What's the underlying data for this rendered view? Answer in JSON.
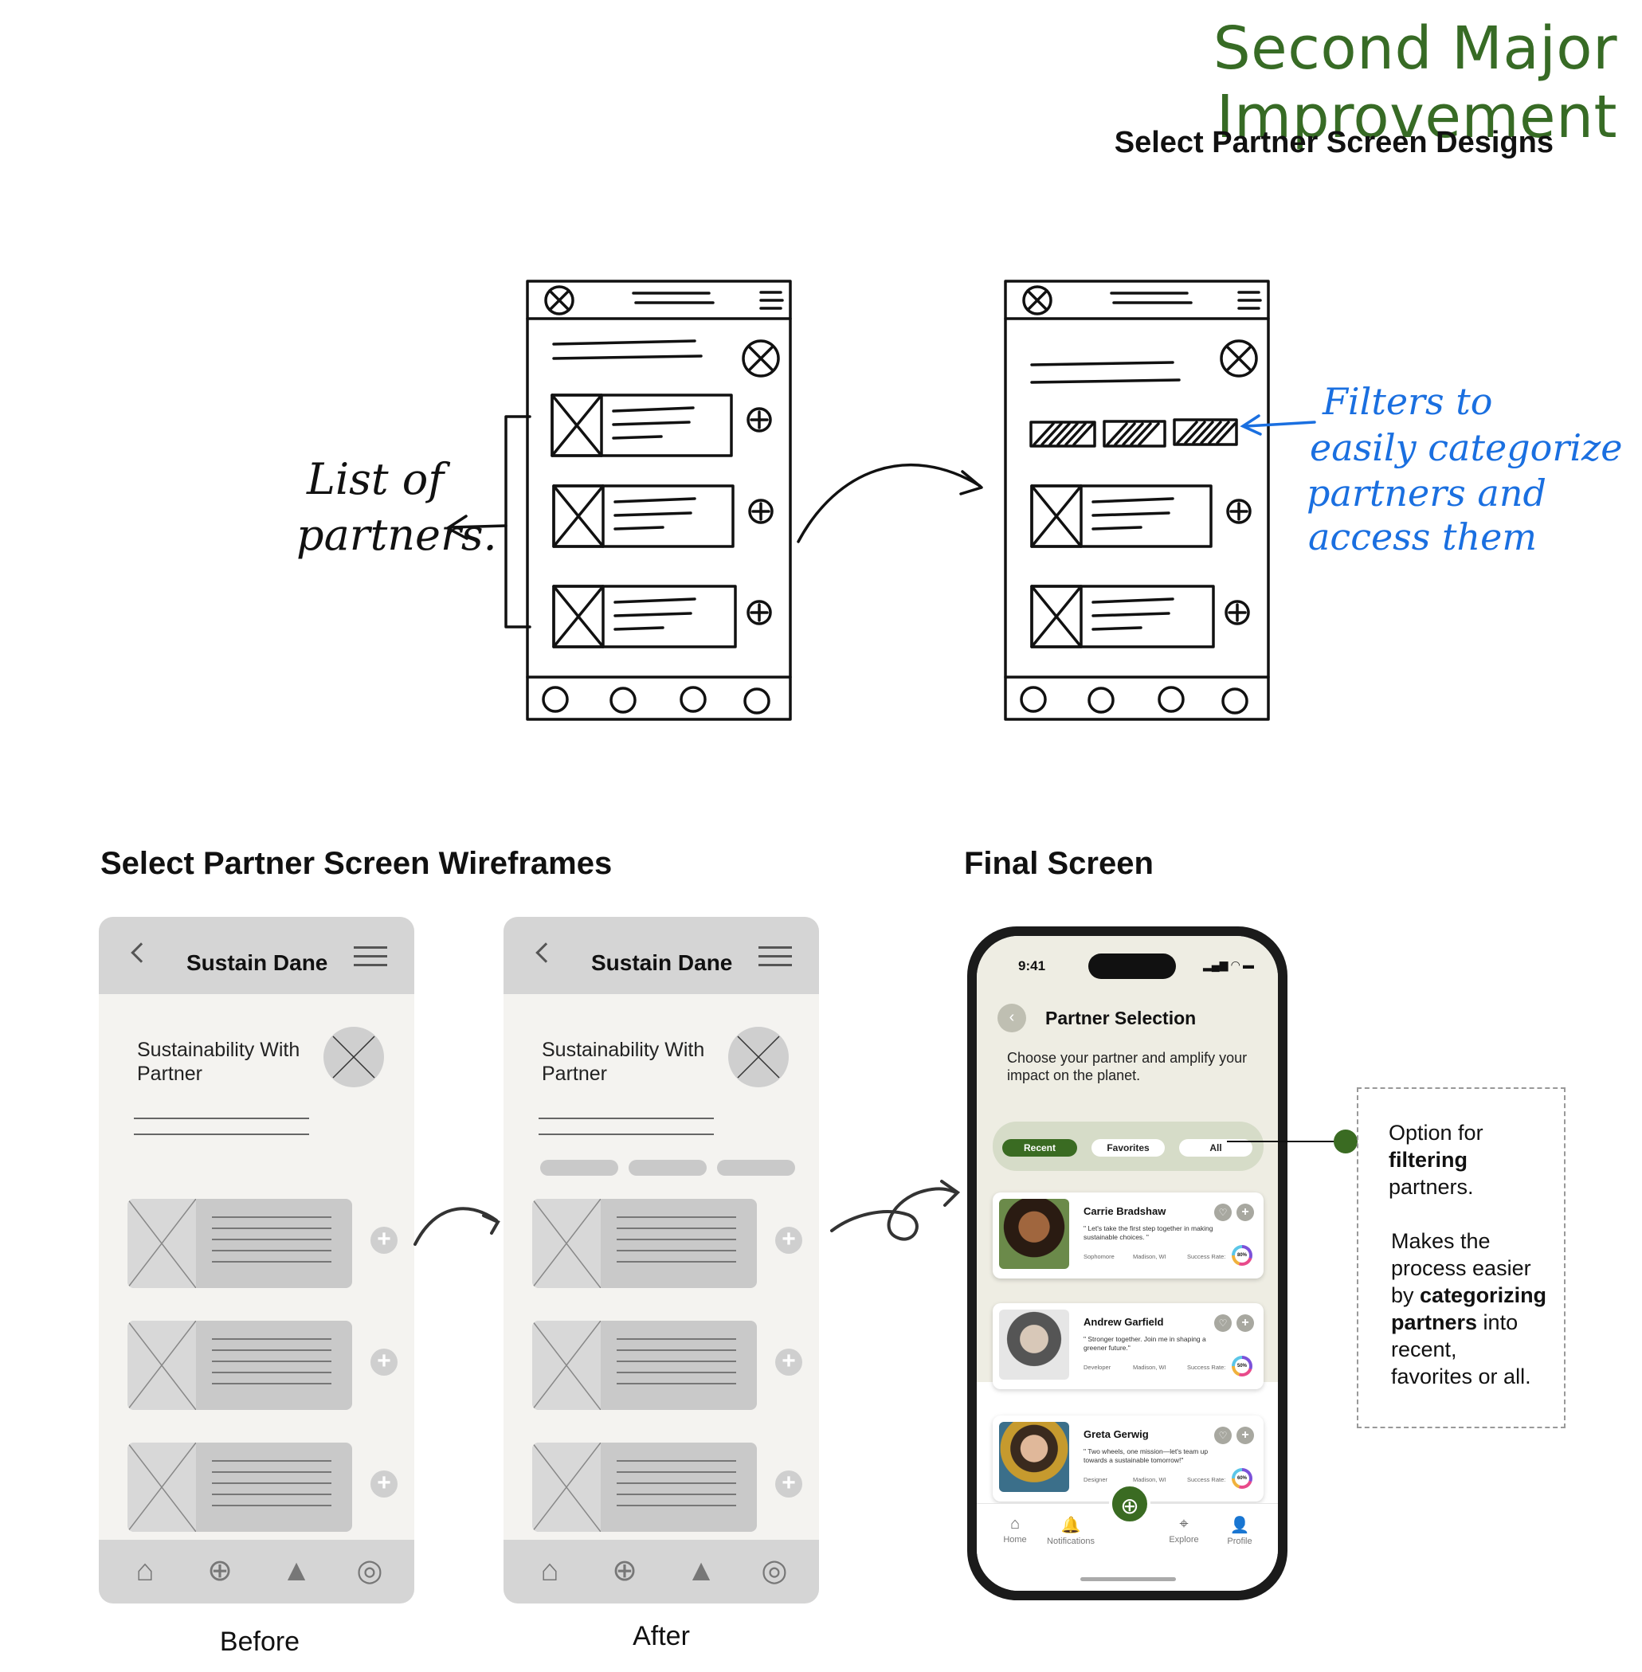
{
  "title": "Second Major Improvement",
  "subtitle": "Select Partner Screen Designs",
  "sketch": {
    "annotation_left": [
      "List of",
      "partners."
    ],
    "annotation_right": [
      "Filters to",
      "easily categorize",
      "partners and",
      "access them"
    ]
  },
  "wireframes_heading": "Select Partner Screen Wireframes",
  "final_heading": "Final Screen",
  "wireframe": {
    "app_title": "Sustain Dane",
    "heading_line1": "Sustainability With",
    "heading_line2": "Partner",
    "plus": "+",
    "captions": {
      "before": "Before",
      "after": "After"
    },
    "nav_icons": [
      "home-icon",
      "add-icon",
      "bell-icon",
      "compass-icon"
    ]
  },
  "phone": {
    "time": "9:41",
    "status_icons": "▂▄▆ ◠ ▬",
    "back": "‹",
    "title": "Partner Selection",
    "subtitle": "Choose your partner and amplify your impact on the planet.",
    "filters": [
      {
        "label": "Recent",
        "active": true
      },
      {
        "label": "Favorites",
        "active": false
      },
      {
        "label": "All",
        "active": false
      }
    ],
    "partners": [
      {
        "name": "Carrie Bradshaw",
        "quote": "\" Let's take the first step together in making sustainable choices. \"",
        "role": "Sophomore",
        "location": "Madison, WI",
        "success_label": "Success Rate:",
        "rate": "80%"
      },
      {
        "name": "Andrew Garfield",
        "quote": "\" Stronger together. Join me in shaping a greener future.\"",
        "role": "Developer",
        "location": "Madison, WI",
        "success_label": "Success Rate:",
        "rate": "50%"
      },
      {
        "name": "Greta Gerwig",
        "quote": "\" Two wheels, one mission—let's team up towards a sustainable tomorrow!\"",
        "role": "Designer",
        "location": "Madison, WI",
        "success_label": "Success Rate:",
        "rate": "60%"
      }
    ],
    "heart": "♡",
    "plus": "+",
    "fab": "⊕",
    "nav": [
      {
        "label": "Home",
        "icon": "⌂"
      },
      {
        "label": "Notifications",
        "icon": "🔔"
      },
      {
        "label": "Explore",
        "icon": "⌖"
      },
      {
        "label": "Profile",
        "icon": "👤"
      }
    ]
  },
  "annotation": {
    "line1": "Option for",
    "line2": "filtering",
    "line3": "partners.",
    "line4": "Makes the",
    "line5": "process easier",
    "line6a": "by ",
    "line6b": "categorizing",
    "line7a": "partners",
    "line7b": " into",
    "line8": "recent,",
    "line9": "favorites or all."
  },
  "colors": {
    "accent": "#376b25",
    "sketch_blue": "#1a6fe0",
    "wireframe_gray": "#c9c9c9"
  }
}
